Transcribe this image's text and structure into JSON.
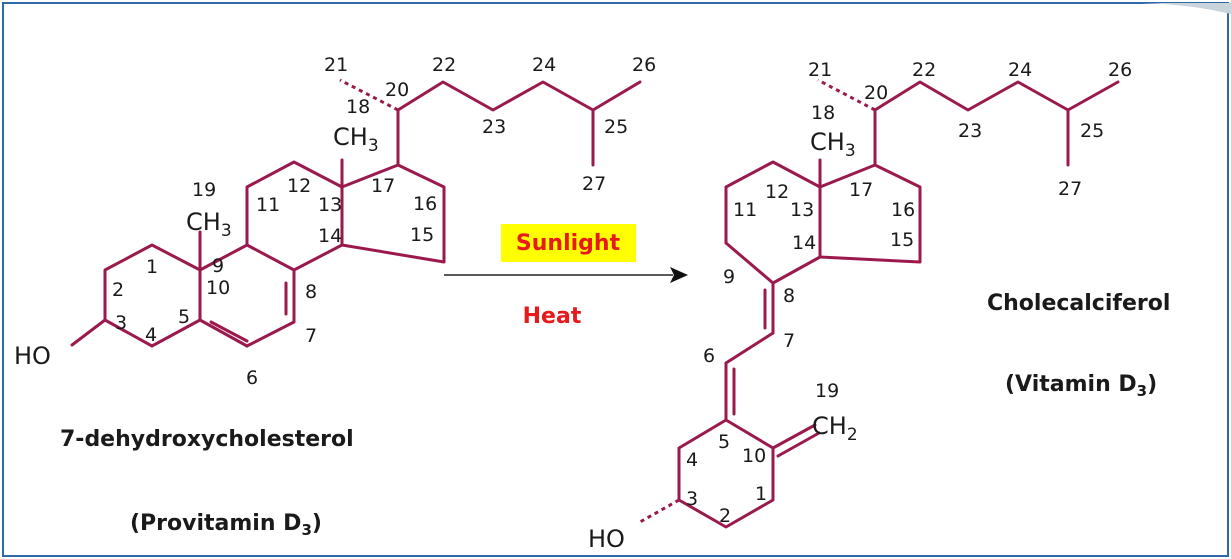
{
  "left_molecule": {
    "name": "7-dehydroxycholesterol",
    "alt_name_prefix": "(Provitamin D",
    "alt_name_sub": "3",
    "alt_name_suffix": ")",
    "ho": "HO",
    "methyl_c": "CH",
    "methyl_sub": "3",
    "atoms": {
      "n1": "1",
      "n2": "2",
      "n3": "3",
      "n4": "4",
      "n5": "5",
      "n6": "6",
      "n7": "7",
      "n8": "8",
      "n9": "9",
      "n10": "10",
      "n11": "11",
      "n12": "12",
      "n13": "13",
      "n14": "14",
      "n15": "15",
      "n16": "16",
      "n17": "17",
      "n18": "18",
      "n19": "19",
      "n20": "20",
      "n21": "21",
      "n22": "22",
      "n23": "23",
      "n24": "24",
      "n25": "25",
      "n26": "26",
      "n27": "27"
    }
  },
  "reaction": {
    "condition_1": "Sunlight",
    "condition_2": "Heat",
    "highlight_color": "#ffff00",
    "condition_color": "#e8191b"
  },
  "right_molecule": {
    "name": "Cholecalciferol",
    "alt_name_prefix": "(Vitamin D",
    "alt_name_sub": "3",
    "alt_name_suffix": ")",
    "ho": "HO",
    "methyl_c": "CH",
    "methyl_sub": "3",
    "methylene_c": "CH",
    "methylene_sub": "2",
    "atoms": {
      "n1": "1",
      "n2": "2",
      "n3": "3",
      "n4": "4",
      "n5": "5",
      "n6": "6",
      "n7": "7",
      "n8": "8",
      "n9": "9",
      "n10": "10",
      "n11": "11",
      "n12": "12",
      "n13": "13",
      "n14": "14",
      "n15": "15",
      "n16": "16",
      "n17": "17",
      "n18": "18",
      "n19": "19",
      "n20": "20",
      "n21": "21",
      "n22": "22",
      "n23": "23",
      "n24": "24",
      "n25": "25",
      "n26": "26",
      "n27": "27"
    }
  },
  "colors": {
    "bond": "#9b1a4e",
    "frame_border": "#2e6aa7",
    "text": "#1a1a1a"
  }
}
